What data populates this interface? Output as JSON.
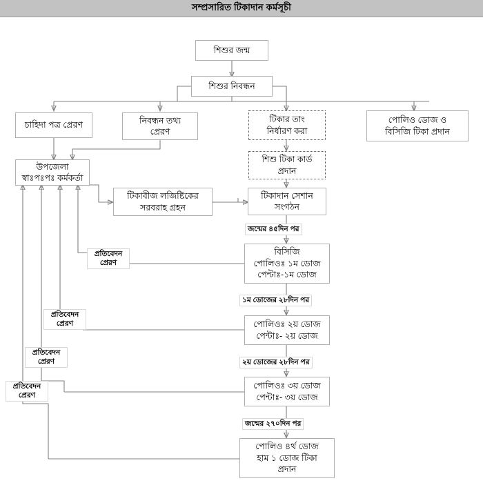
{
  "header": {
    "title": "সম্প্রসারিত টিকাদান কর্মসূচী",
    "background": "#c2c2c2"
  },
  "theme": {
    "page_background": "#ffffff",
    "box_border": "#aeaeae",
    "connector": "#808080",
    "text": "#000000"
  },
  "diagram": {
    "type": "flowchart",
    "nodes": {
      "birth": {
        "lines": [
          "শিশুর জন্ম"
        ]
      },
      "registration": {
        "lines": [
          "শিশুর নিবন্ধন"
        ]
      },
      "demand_letter": {
        "lines": [
          "চাহিদা পত্র প্রেরণ"
        ]
      },
      "reg_info": {
        "lines": [
          "নিবন্ধন তথ্য",
          "প্রেরণ"
        ]
      },
      "fix_date": {
        "lines": [
          "টিকার তাং",
          "নির্ধারণ করা"
        ],
        "style": "dotted"
      },
      "polio_bcg": {
        "lines": [
          "পোলিও   ডোজ ও",
          "বিসিজি টিকা প্রদান"
        ]
      },
      "upazila": {
        "lines": [
          "উপজেলা",
          "স্বাঃপঃপঃ কর্মকর্তা"
        ]
      },
      "vaccine_card": {
        "lines": [
          "শিশু টিকা কার্ড",
          "প্রদান"
        ],
        "style": "dotted"
      },
      "logistics": {
        "lines": [
          "টিকাবীজ লজিষ্টিকের",
          "সরবরাহ গ্রহন"
        ]
      },
      "session": {
        "lines": [
          "টিকাদান সেশান",
          "সংগঠন"
        ]
      },
      "dose1": {
        "lines": [
          "বিসিজি",
          "পোলিওঃ ১ম ডোজ",
          "পেন্টাঃ-১ম ডোজ"
        ]
      },
      "dose2": {
        "lines": [
          "পোলিওঃ ২য় ডোজ",
          "পেন্টাঃ- ২য় ডোজ"
        ]
      },
      "dose3": {
        "lines": [
          "পোলিওঃ ৩য় ডোজ",
          "পেন্টাঃ- ৩য় ডোজ"
        ]
      },
      "dose4": {
        "lines": [
          "পোলিও ৪র্থ ডোজ",
          "হাম ১ ডোজ টিকা",
          "প্রদান"
        ]
      }
    },
    "edge_labels": {
      "after_birth_45": "জন্মের ৪৫দিন পর",
      "after_dose1_28": "১ম ডোজের ২৮দিন পর",
      "after_dose2_28": "২য় ডোজের ২৮দিন পর",
      "after_birth_270": "জন্মের ২৭০দিন পর",
      "report_1": [
        "প্রতিবেদন",
        "প্রেরণ"
      ],
      "report_2": [
        "প্রতিবেদন",
        "প্রেরণ"
      ],
      "report_3": [
        "প্রতিবেদন",
        "প্রেরণ"
      ],
      "report_4": [
        "প্রতিবেদন",
        "প্রেরণ"
      ]
    }
  }
}
